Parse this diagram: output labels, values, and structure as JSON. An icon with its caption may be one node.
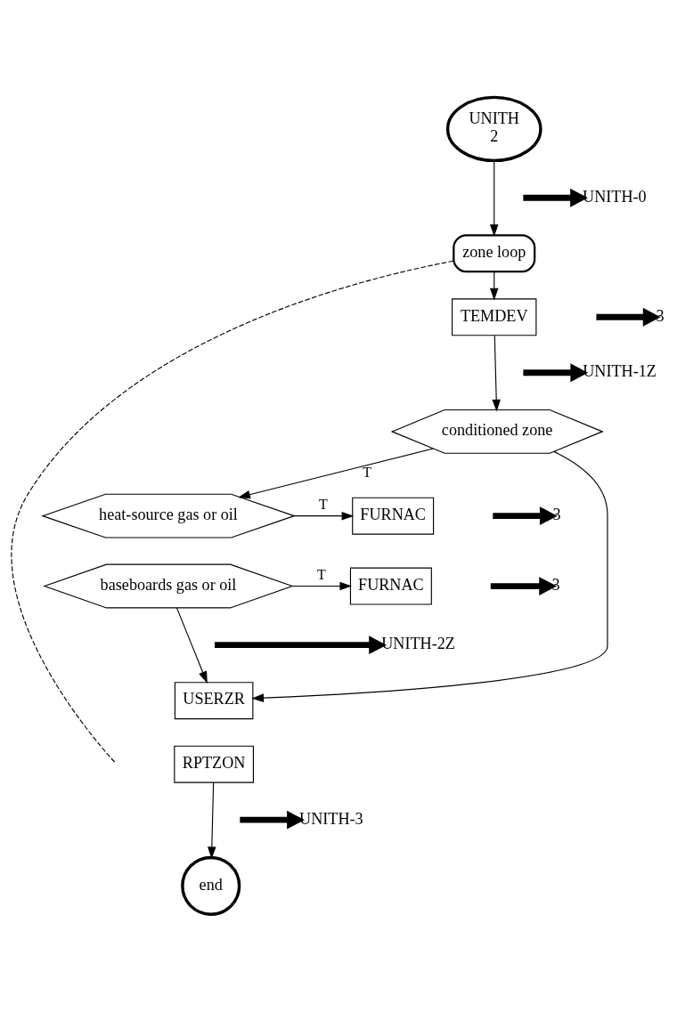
{
  "diagram": {
    "nodes": [
      {
        "text": [
          "UNITH",
          "2"
        ]
      },
      {
        "text": [
          "UNITH-0"
        ]
      },
      {
        "text": [
          "zone loop"
        ]
      },
      {
        "text": [
          "TEMDEV"
        ]
      },
      {
        "text": [
          "3"
        ]
      },
      {
        "text": [
          "UNITH-1Z"
        ]
      },
      {
        "text": [
          "conditioned zone"
        ]
      },
      {
        "text": [
          "heat-source gas or oil"
        ]
      },
      {
        "text": [
          "baseboards gas or oil"
        ]
      },
      {
        "text": [
          "FURNAC"
        ]
      },
      {
        "text": [
          "FURNAC"
        ]
      },
      {
        "text": [
          "3"
        ]
      },
      {
        "text": [
          "3"
        ]
      },
      {
        "text": [
          "UNITH-2Z"
        ]
      },
      {
        "text": [
          "USERZR"
        ]
      },
      {
        "text": [
          "RPTZON"
        ]
      },
      {
        "text": [
          "UNITH-3"
        ]
      },
      {
        "text": [
          "end"
        ]
      }
    ],
    "edges": [
      {
        "from": 0,
        "to": 2,
        "arrow": "to"
      },
      {
        "from": null,
        "to": 1,
        "arrow": "to",
        "style": "thick"
      },
      {
        "from": 2,
        "to": 3,
        "arrow": "to"
      },
      {
        "from": null,
        "to": 4,
        "arrow": "to",
        "style": "thick"
      },
      {
        "from": 3,
        "to": 6,
        "arrow": "to"
      },
      {
        "from": null,
        "to": 5,
        "arrow": "to",
        "style": "thick"
      },
      {
        "from": 6,
        "to": 7,
        "arrow": "to",
        "label": "T"
      },
      {
        "from": 7,
        "to": 9,
        "arrow": "to",
        "label": "T"
      },
      {
        "from": 8,
        "to": 10,
        "arrow": "to",
        "label": "T"
      },
      {
        "from": null,
        "to": 11,
        "arrow": "to",
        "style": "thick"
      },
      {
        "from": null,
        "to": 12,
        "arrow": "to",
        "style": "thick"
      },
      {
        "from": 8,
        "to": 14,
        "arrow": "to"
      },
      {
        "from": 6,
        "to": 14,
        "arrow": "to"
      },
      {
        "from": null,
        "to": 13,
        "arrow": "to",
        "style": "thick"
      },
      {
        "from": 15,
        "to": 17,
        "arrow": "to"
      },
      {
        "from": null,
        "to": 16,
        "arrow": "to",
        "style": "thick"
      },
      {
        "from": 2,
        "to": null,
        "arrow": "none",
        "style": "dashed"
      }
    ]
  }
}
